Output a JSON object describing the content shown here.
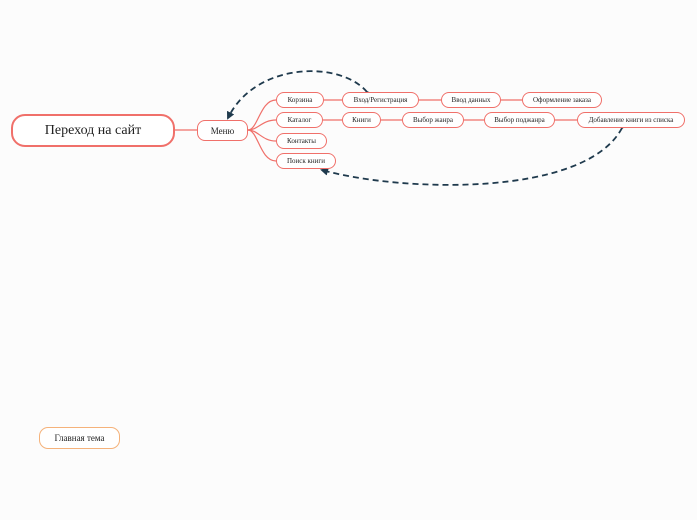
{
  "mindmap": {
    "root": {
      "label": "Переход на сайт"
    },
    "menu": {
      "label": "Меню"
    },
    "items": {
      "cart": "Корзина",
      "login": "Вход/Регистрация",
      "data_entry": "Ввод данных",
      "checkout": "Оформление заказа",
      "catalog": "Каталог",
      "books": "Книги",
      "genre": "Выбор жанра",
      "subgenre": "Выбор поджанра",
      "add_book": "Добавление книги из списка",
      "contacts": "Контакты",
      "search": "Поиск книги"
    },
    "floating_topic": {
      "label": "Главная тема"
    }
  },
  "colors": {
    "branch": "#f0706a",
    "floating_border": "#f5b27a",
    "relationship": "#1f3a4d",
    "background": "#fcfcfc"
  }
}
